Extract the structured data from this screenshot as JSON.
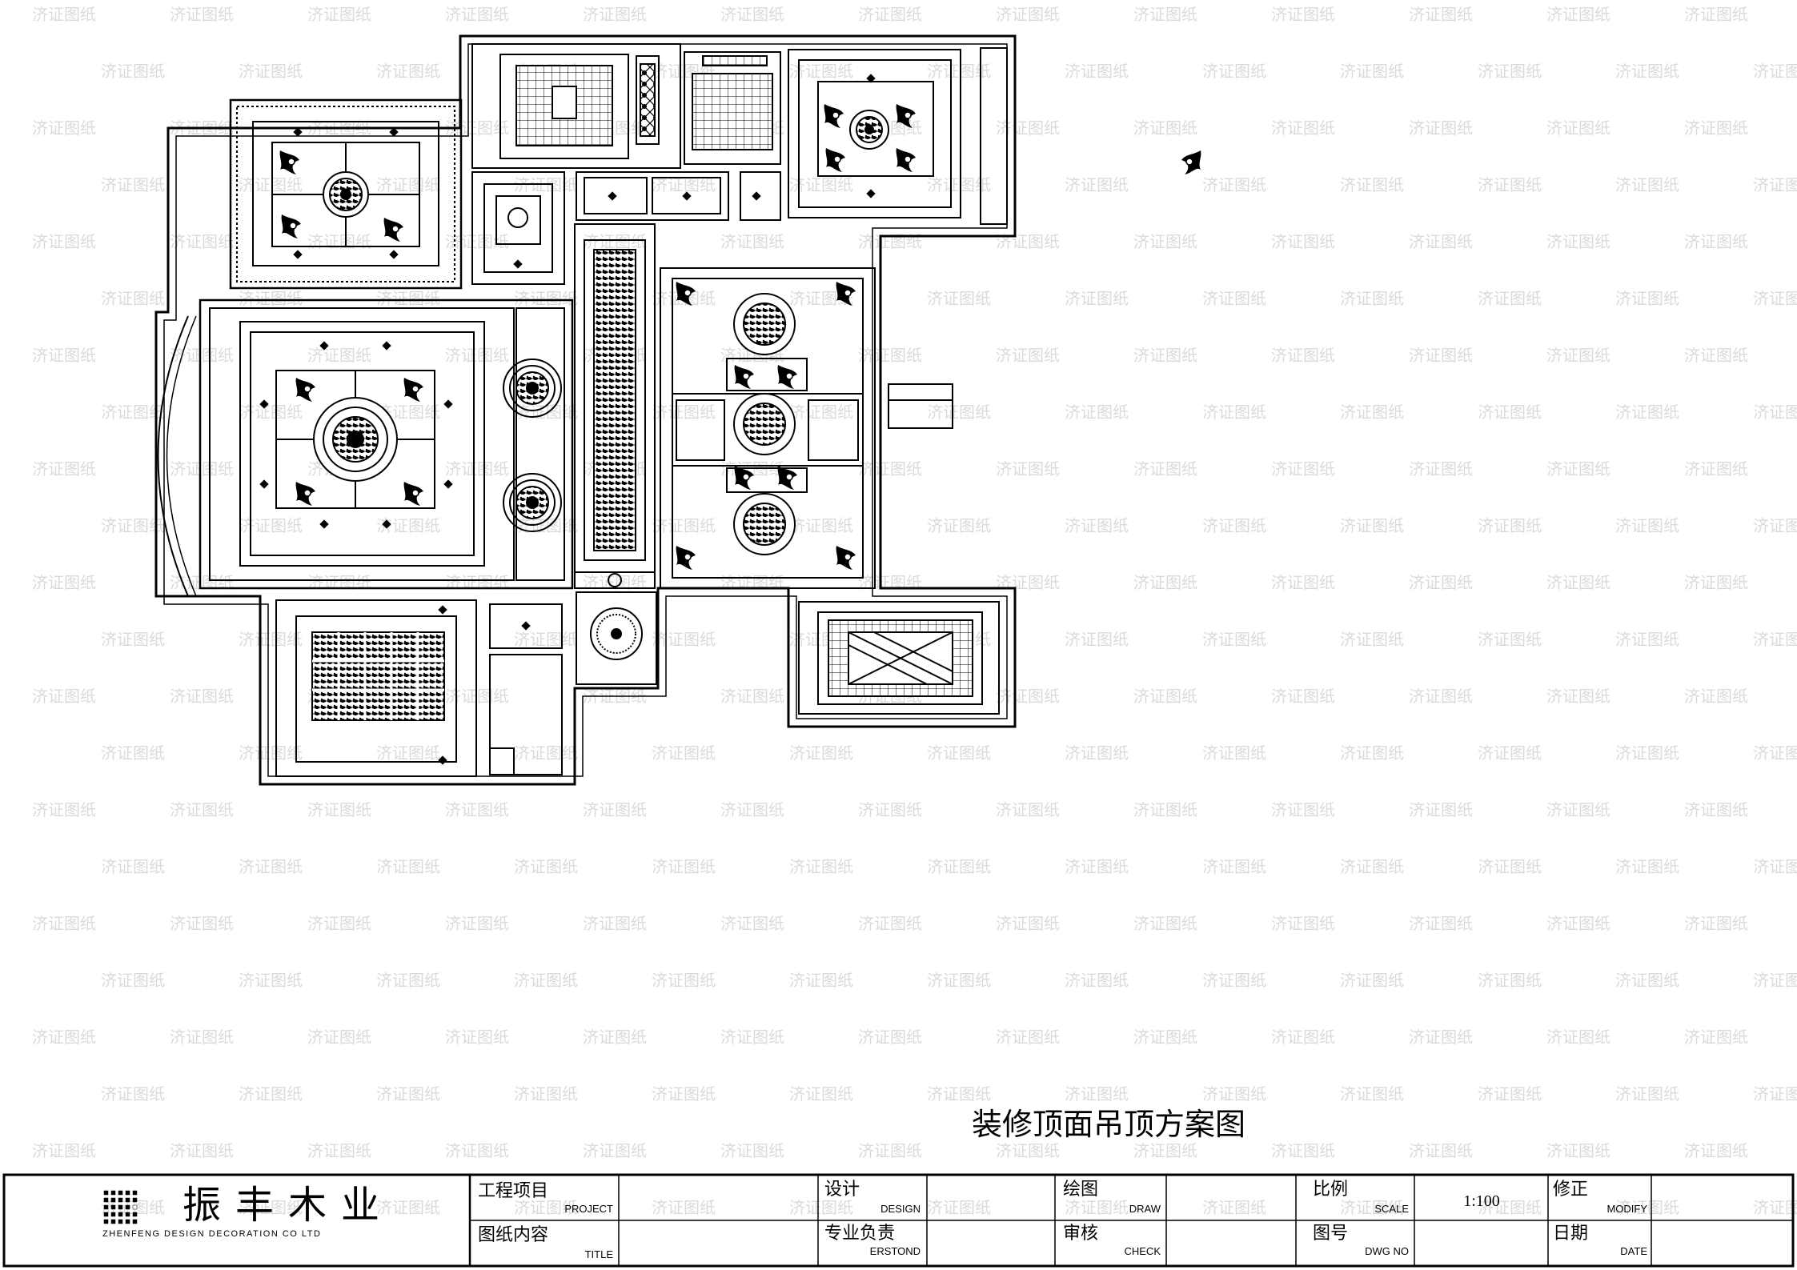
{
  "drawing": {
    "title": "装修顶面吊顶方案图"
  },
  "company": {
    "name_cn": "振丰木业",
    "name_en": "ZHENFENG DESIGN DECORATION CO LTD"
  },
  "title_block": {
    "project_cn": "工程项目",
    "project_en": "PROJECT",
    "title_cn": "图纸内容",
    "title_en": "TITLE",
    "design_cn": "设计",
    "design_en": "DESIGN",
    "erstond_cn": "专业负责",
    "erstond_en": "ERSTOND",
    "draw_cn": "绘图",
    "draw_en": "DRAW",
    "check_cn": "审核",
    "check_en": "CHECK",
    "scale_cn": "比例",
    "scale_en": "SCALE",
    "scale_value": "1:100",
    "dwgno_cn": "图号",
    "dwgno_en": "DWG NO",
    "modify_cn": "修正",
    "modify_en": "MODIFY",
    "date_cn": "日期",
    "date_en": "DATE"
  },
  "watermark": {
    "text": "济证图纸"
  }
}
